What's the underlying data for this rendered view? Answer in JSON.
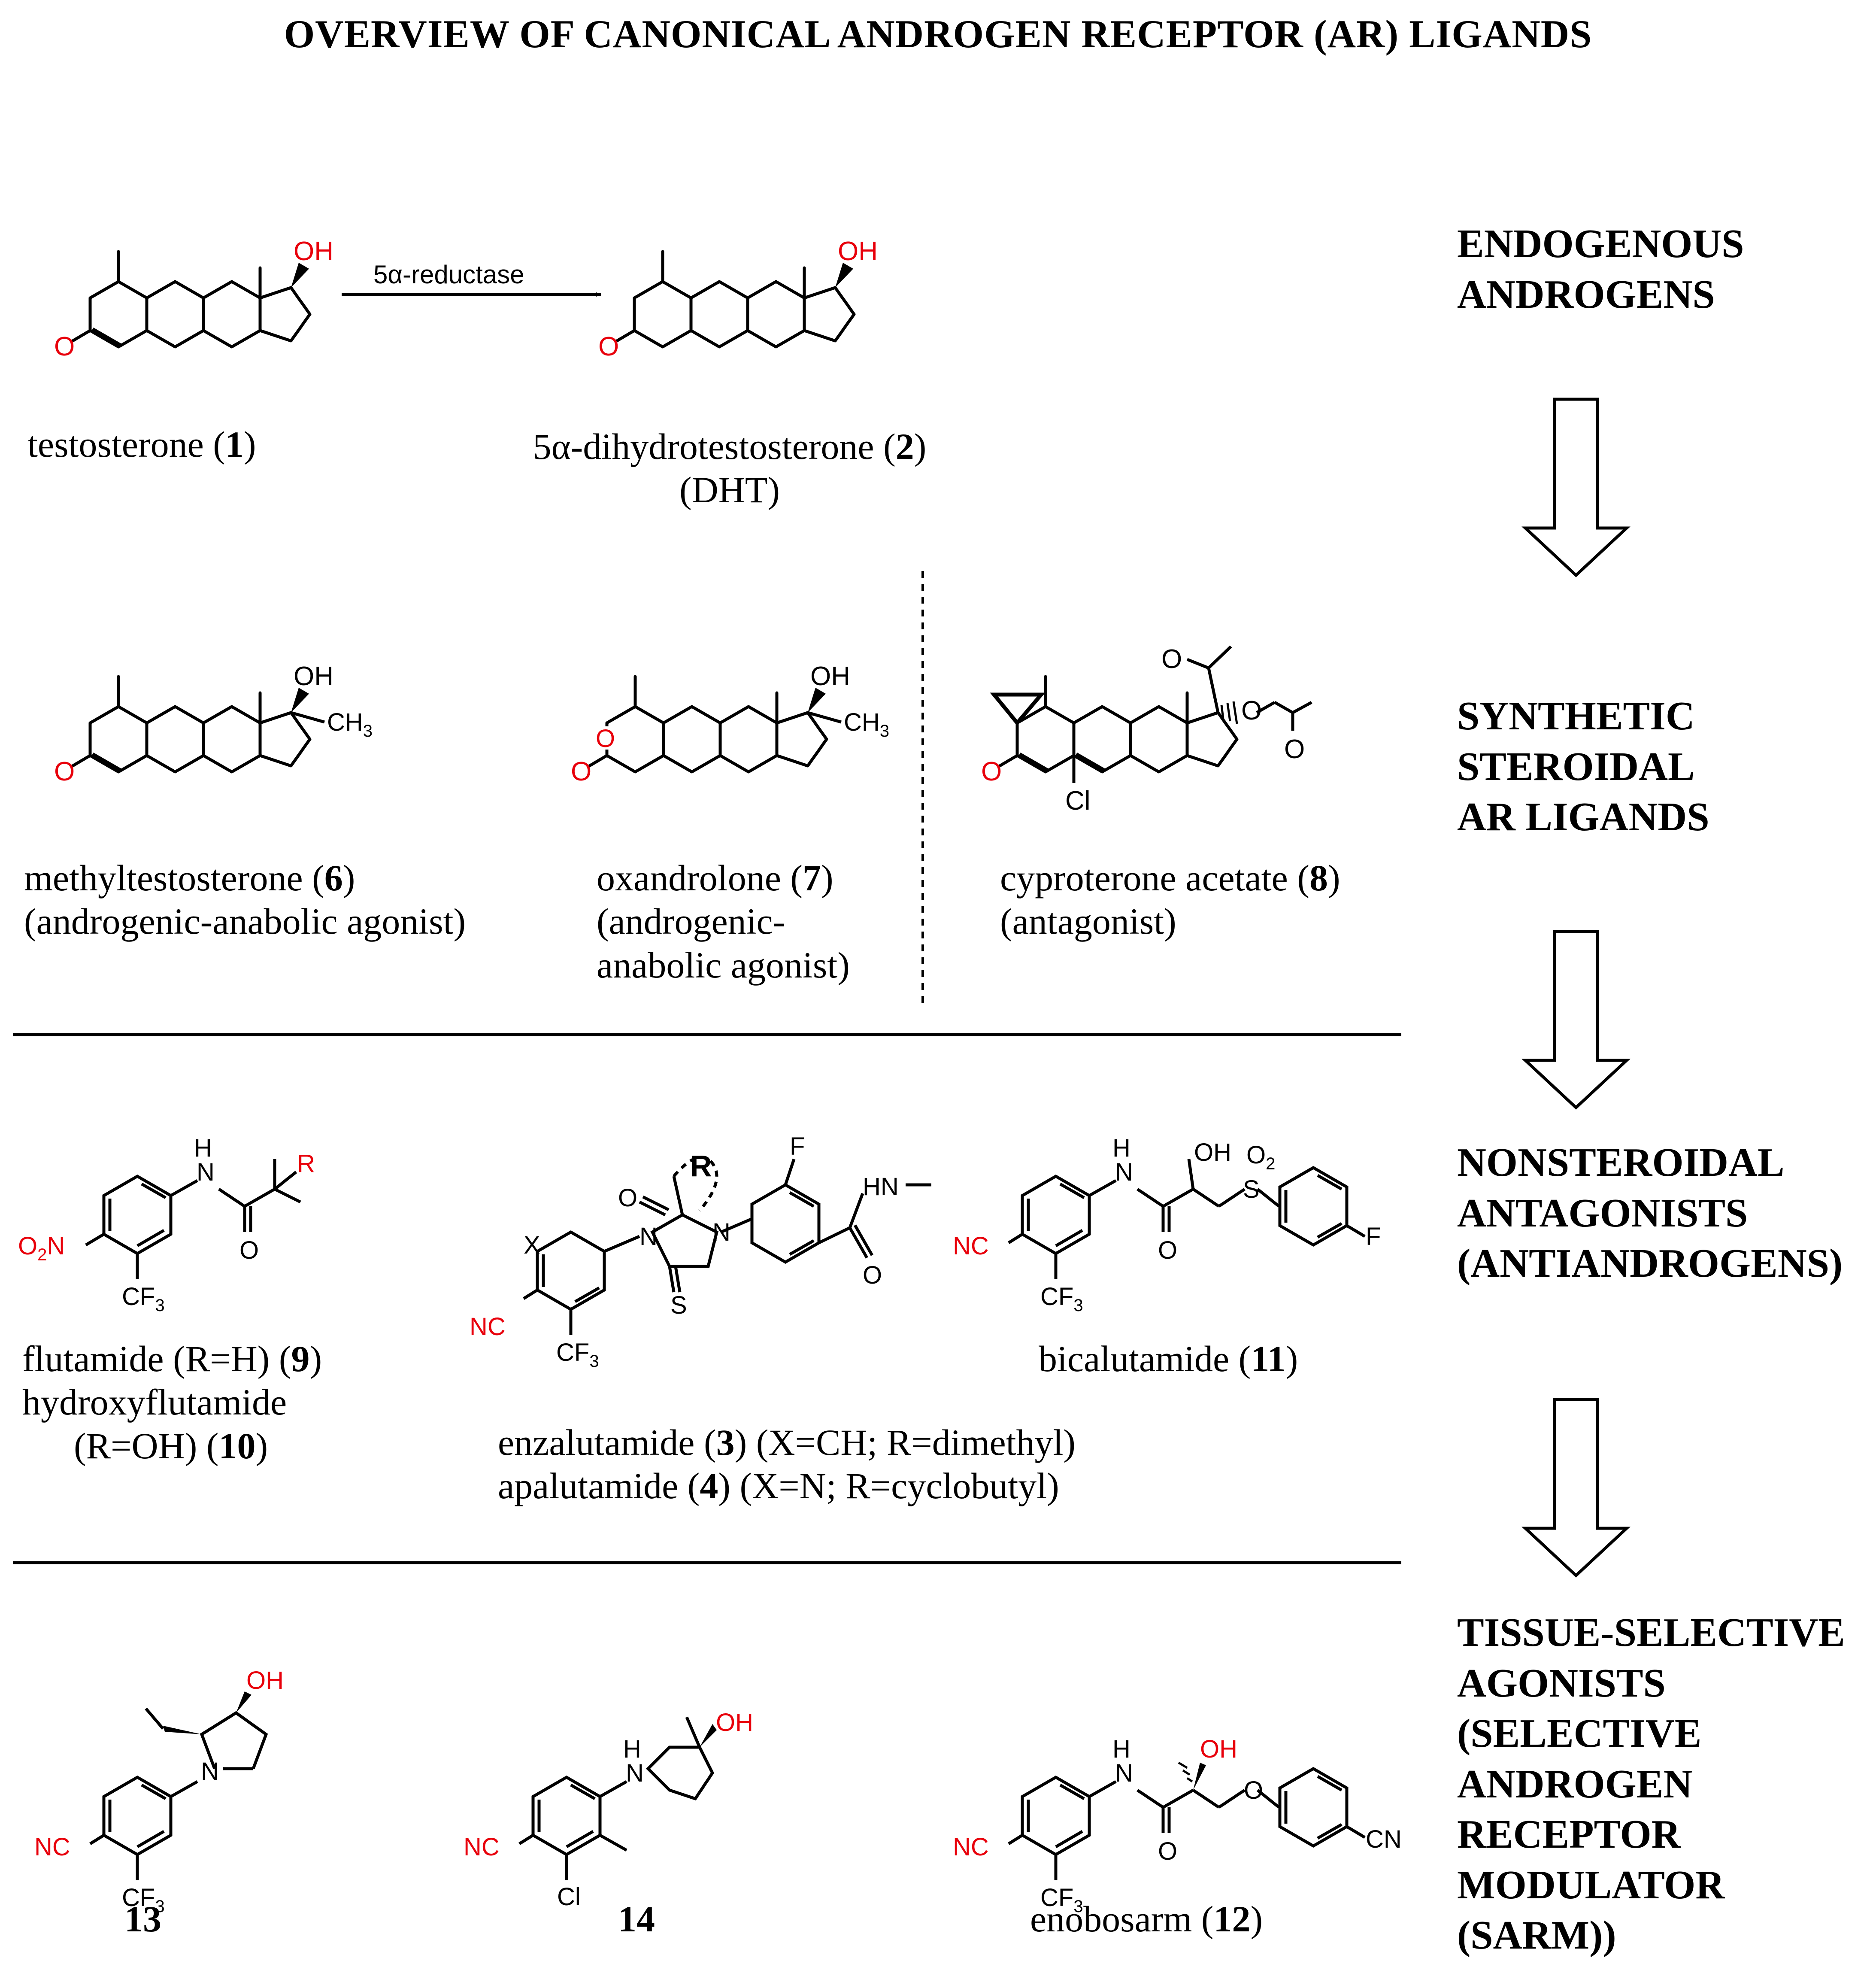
{
  "title": "OVERVIEW OF CANONICAL ANDROGEN RECEPTOR (AR) LIGANDS",
  "arrow_label": "5α-reductase",
  "sections": [
    {
      "lines": [
        "ENDOGENOUS",
        "ANDROGENS"
      ]
    },
    {
      "lines": [
        "SYNTHETIC",
        "STEROIDAL",
        "AR LIGANDS"
      ]
    },
    {
      "lines": [
        "NONSTEROIDAL",
        "ANTAGONISTS",
        "(ANTIANDROGENS)"
      ]
    },
    {
      "lines": [
        "TISSUE-SELECTIVE",
        "AGONISTS",
        "(SELECTIVE",
        "ANDROGEN",
        "RECEPTOR",
        "MODULATOR",
        "(SARM))"
      ]
    }
  ],
  "compounds": {
    "testosterone": {
      "name": "testosterone",
      "id": "1"
    },
    "dht": {
      "name": "5α-dihydrotestosterone",
      "id": "2",
      "abbr": "(DHT)"
    },
    "methyltestosterone": {
      "name": "methyltestosterone",
      "id": "6",
      "role": "(androgenic-anabolic agonist)"
    },
    "oxandrolone": {
      "name": "oxandrolone",
      "id": "7",
      "role_line1": "(androgenic-",
      "role_line2": "anabolic agonist)"
    },
    "cyproterone": {
      "name": "cyproterone acetate",
      "id": "8",
      "role": "(antagonist)"
    },
    "flutamide": {
      "name": "flutamide",
      "cond": "(R=H)",
      "id": "9"
    },
    "hydroxyflutamide": {
      "name": "hydroxyflutamide",
      "cond": "(R=OH)",
      "id": "10"
    },
    "enzalutamide": {
      "name": "enzalutamide",
      "id": "3",
      "cond": "(X=CH; R=dimethyl)"
    },
    "apalutamide": {
      "name": "apalutamide",
      "id": "4",
      "cond": "(X=N; R=cyclobutyl)"
    },
    "bicalutamide": {
      "name": "bicalutamide",
      "id": "11"
    },
    "c13": {
      "id": "13"
    },
    "c14": {
      "id": "14"
    },
    "enobosarm": {
      "name": "enobosarm",
      "id": "12"
    }
  },
  "atoms": {
    "oh": "OH",
    "o": "O",
    "ch3": "CH",
    "ch3_sub": "3",
    "cl": "Cl",
    "r": "R",
    "o2n": "O",
    "o2n_sub": "2",
    "o2n_n": "N",
    "h": "H",
    "cf3": "CF",
    "cf3_sub": "3",
    "nc": "NC",
    "n": "N",
    "s": "S",
    "f": "F",
    "x": "X",
    "hn": "HN",
    "o2": "O",
    "o2_sub": "2",
    "cn": "CN"
  },
  "colors": {
    "heteroatom": "#e8000b",
    "ink": "#000000"
  }
}
